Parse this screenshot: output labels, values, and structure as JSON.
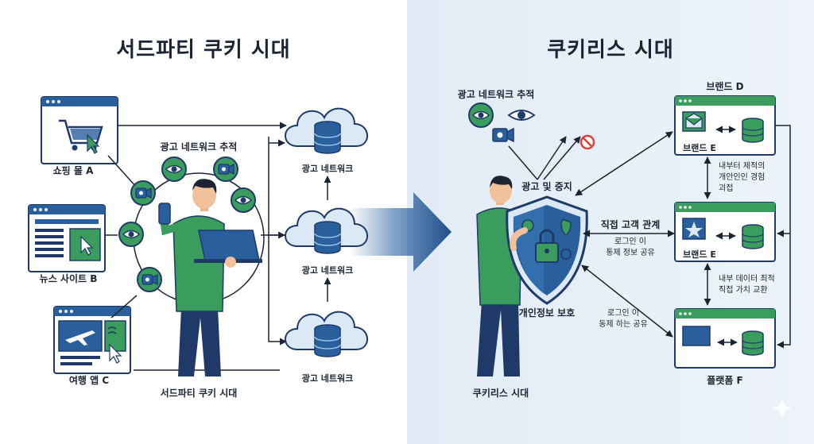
{
  "left": {
    "title": "서드파티 쿠키 시대",
    "tracking_label": "광고 네트워크 추적",
    "sites": [
      "쇼핑 몰 A",
      "뉴스 사이트 B",
      "여행 앱 C"
    ],
    "networks": [
      "광고 네트워크",
      "광고 네트워크",
      "광고 네트워크"
    ],
    "person_caption": "서드파티 쿠키 시대"
  },
  "right": {
    "title": "쿠키리스 시대",
    "tracking_label": "광고 네트워크 추적",
    "block_label": "광고 및 중지",
    "privacy_label": "개인정보 보호",
    "person_caption": "쿠키리스 시대",
    "direct_relation": "직접 고객 관계",
    "login_share_1": [
      "로그인 이",
      "통제 정보 공유"
    ],
    "login_share_2": [
      "로그인 이",
      "동제 하는 공유"
    ],
    "brands": [
      {
        "label": "브랜드 E",
        "header": "브랜드 D"
      },
      {
        "label": "브랜드 E",
        "header": ""
      },
      {
        "label": "",
        "header": "플랫폼 F"
      }
    ],
    "exchange_1": [
      "내부터 제적의",
      "개안인인 경험",
      "괴접"
    ],
    "exchange_2": [
      "내부 데이터 최적",
      "직접 가치 교환"
    ]
  },
  "colors": {
    "navy": "#1f3a68",
    "green": "#3a9d5d",
    "light_blue": "#dceaf7",
    "red": "#e0413a"
  }
}
